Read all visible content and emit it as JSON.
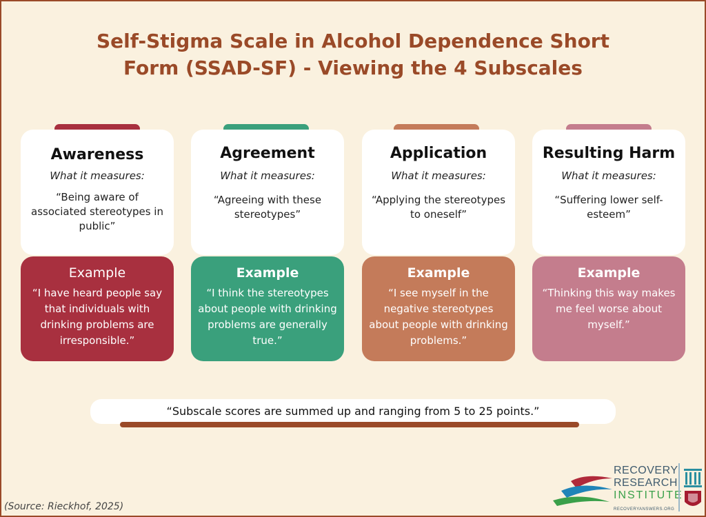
{
  "title": {
    "line1": "Self-Stigma Scale in Alcohol Dependence Short",
    "line2": "Form (SSAD-SF) - Viewing the 4 Subscales"
  },
  "colors": {
    "background": "#faf1df",
    "title": "#9a4a28",
    "awareness": "#a8303f",
    "agreement": "#3aa07c",
    "application": "#c47b5a",
    "harm": "#c47d8d"
  },
  "subscales": [
    {
      "heading": "Awareness",
      "measures_label": "What it measures:",
      "description": "“Being aware of associated stereotypes in public”",
      "example_label": "Example",
      "example_text": "“I have heard people say that individuals with drinking problems are irresponsible.”"
    },
    {
      "heading": "Agreement",
      "measures_label": "What it measures:",
      "description": "“Agreeing with these stereotypes”",
      "example_label": "Example",
      "example_text": "“I think the stereotypes about people with drinking problems are generally true.”"
    },
    {
      "heading": "Application",
      "measures_label": "What it measures:",
      "description": "“Applying the stereotypes to oneself”",
      "example_label": "Example",
      "example_text": "“I see myself in the negative stereotypes about people with drinking problems.”"
    },
    {
      "heading": "Resulting Harm",
      "measures_label": "What it measures:",
      "description": "“Suffering lower self-esteem”",
      "example_label": "Example",
      "example_text": "“Thinking this way makes me feel worse about myself.”"
    }
  ],
  "note": "“Subscale scores are summed up and ranging from 5 to 25 points.”",
  "source": "(Source: Rieckhof, 2025)",
  "logo": {
    "line1": "RECOVERY",
    "line2": "RESEARCH",
    "line3": "INSTITUTE",
    "url_text": "RECOVERYANSWERS.ORG"
  }
}
